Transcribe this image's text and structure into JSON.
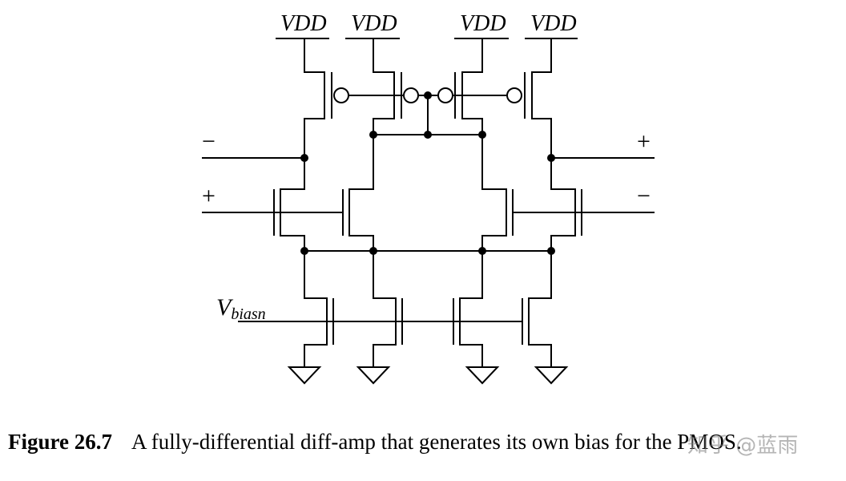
{
  "figure": {
    "supply_labels": [
      "VDD",
      "VDD",
      "VDD",
      "VDD"
    ],
    "sign_left_top": "−",
    "sign_left_bottom": "+",
    "sign_right_top": "+",
    "sign_right_bottom": "−",
    "bias_label_main": "V",
    "bias_label_sub": "biasn"
  },
  "caption": {
    "number": "Figure 26.7",
    "text": "A fully-differential diff-amp that generates its own bias for the PMOS."
  },
  "watermark": {
    "text": "知乎 @蓝雨"
  }
}
